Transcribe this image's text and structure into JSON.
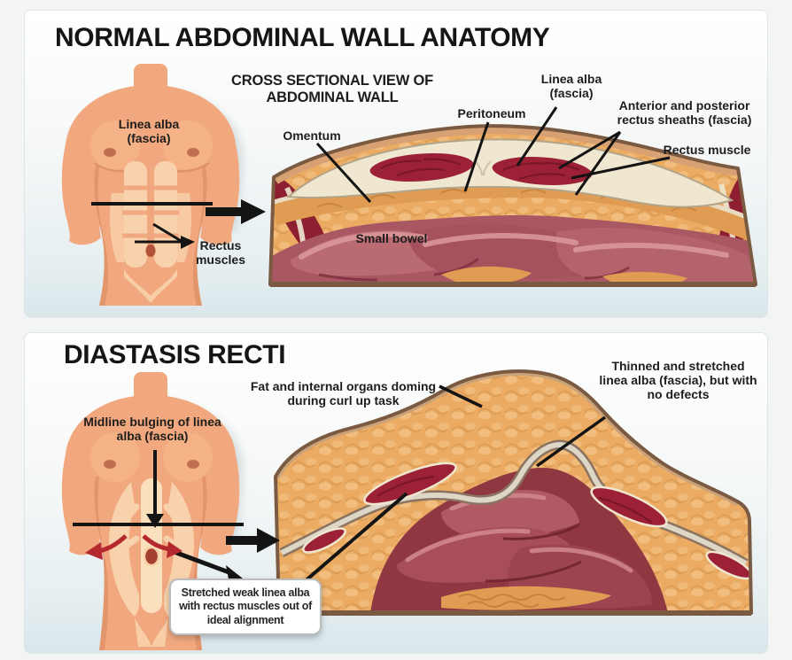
{
  "figure": {
    "background_color": "#f3f5f5",
    "panel_gradient_top": "#ffffff",
    "panel_gradient_bottom": "#d9e6ea"
  },
  "colors": {
    "label_text": "#1d1d1b",
    "leader_line": "#141414",
    "red_arrow": "#b4282e",
    "skin": "#f2a87e",
    "skin_shade": "#d98a5f",
    "abdomen_highlight": "#f8d2ac",
    "fat": "#ecab62",
    "fat_light": "#f4c488",
    "fat_line": "#c8904e",
    "skin_band": "#d8a173",
    "outline_brown": "#7b5a42",
    "fascia_cream": "#efe7d0",
    "fascia_edge": "#b3a488",
    "muscle_red": "#9c2136",
    "muscle_dark": "#6f1425",
    "omentum_orange": "#df9c52",
    "bowel_mauve": "#b4626c",
    "bowel_dark_maroon": "#8f3842",
    "linea_band_gray": "#8a7360",
    "linea_band_light": "#ded6c6",
    "callout_border": "#b9bdbe",
    "callout_background": "#ffffff"
  },
  "panels": [
    {
      "title": "NORMAL ABDOMINAL WALL ANATOMY",
      "subtitle": "CROSS SECTIONAL VIEW OF ABDOMINAL WALL",
      "torso_labels": {
        "linea_alba": "Linea alba (fascia)",
        "rectus_muscles": "Rectus muscles"
      },
      "section_labels": {
        "omentum": "Omentum",
        "peritoneum": "Peritoneum",
        "linea_alba": "Linea alba (fascia)",
        "rectus_sheaths": "Anterior and posterior rectus sheaths (fascia)",
        "rectus_muscle": "Rectus muscle",
        "small_bowel": "Small bowel"
      }
    },
    {
      "title": "DIASTASIS RECTI",
      "torso_labels": {
        "midline_bulging": "Midline bulging of linea alba (fascia)"
      },
      "section_labels": {
        "doming": "Fat and internal organs doming during curl up task",
        "thinned_linea_alba": "Thinned and stretched linea alba (fascia), but with no defects"
      },
      "callout": "Stretched weak linea alba with rectus muscles out of ideal alignment"
    }
  ]
}
